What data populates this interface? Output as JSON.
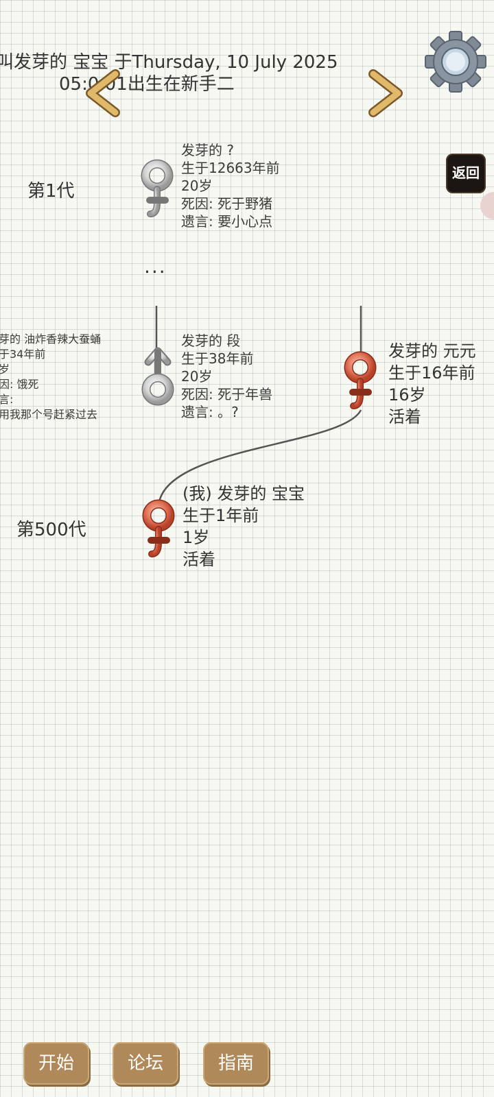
{
  "header": {
    "line1": "叫发芽的 宝宝 于Thursday, 10 July 2025",
    "line2": "05:0.01出生在新手二"
  },
  "controls": {
    "back_label": "返回",
    "buttons": [
      "开始",
      "论坛",
      "指南"
    ]
  },
  "generations": {
    "first_label": "第1代",
    "last_label": "第500代",
    "ellipsis": "..."
  },
  "ancestors": {
    "first": {
      "name": "发芽的 ?",
      "born": "生于12663年前",
      "age": "20岁",
      "cause": "死因: 死于野猪",
      "last_words": "遗言: 要小心点"
    },
    "left_partial": {
      "name": "芽的 油炸香辣大蚕蛹",
      "born": "于34年前",
      "age": "岁",
      "cause": "因: 饿死",
      "last_words": "言:",
      "extra": "用我那个号赶紧过去"
    },
    "father": {
      "name": "发芽的 段",
      "born": "生于38年前",
      "age": "20岁",
      "cause": "死因: 死于年兽",
      "last_words": "遗言: 。?"
    },
    "mother": {
      "name": "发芽的 元元",
      "born": "生于16年前",
      "age": "16岁",
      "status": "活着"
    },
    "self": {
      "name": "(我) 发芽的 宝宝",
      "born": "生于1年前",
      "age": "1岁",
      "status": "活着"
    }
  },
  "colors": {
    "female_alive": "#e06a50",
    "deceased": "#c8c8c8",
    "button": "#b0895a",
    "arrow": "#d9b060"
  }
}
